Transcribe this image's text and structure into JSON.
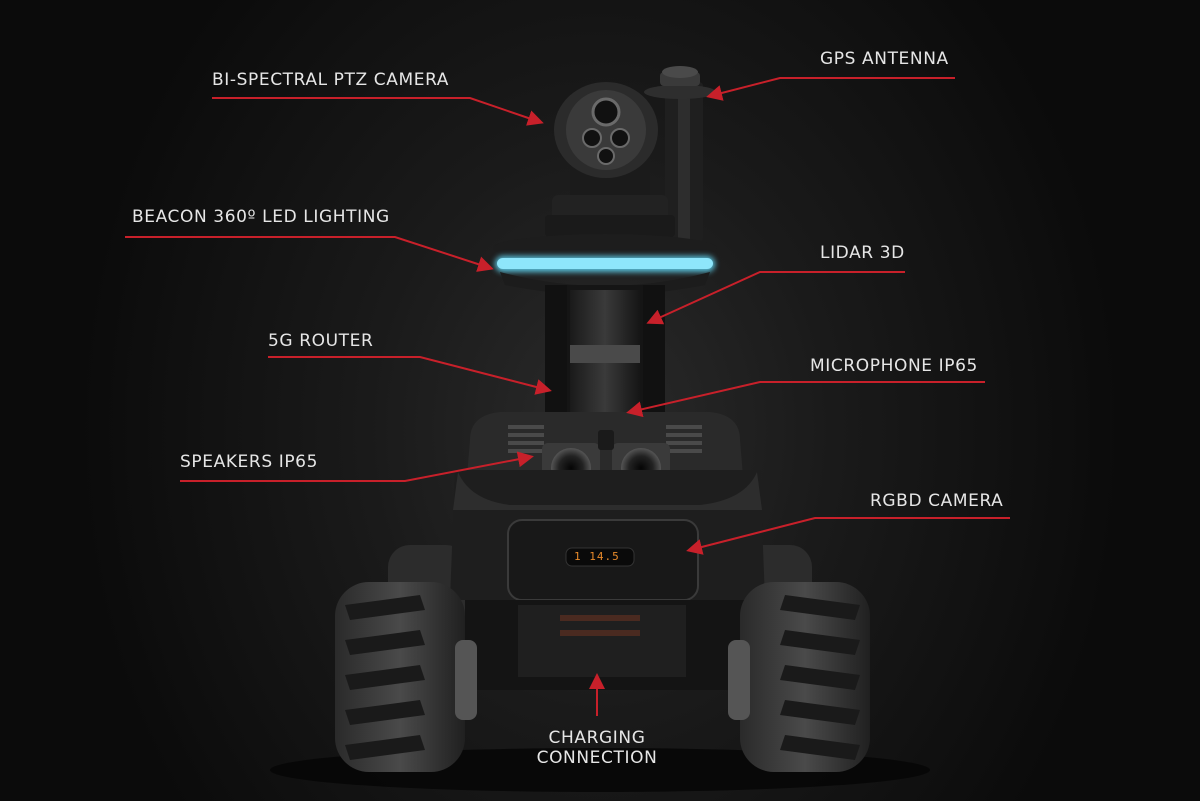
{
  "labels": {
    "ptz_camera": "BI-SPECTRAL PTZ CAMERA",
    "gps_antenna": "GPS ANTENNA",
    "beacon": "BEACON 360º LED LIGHTING",
    "lidar": "LIDAR 3D",
    "router": "5G ROUTER",
    "microphone": "MICROPHONE IP65",
    "speakers": "SPEAKERS IP65",
    "rgbd_camera": "RGBD CAMERA",
    "charging_line1": "CHARGING",
    "charging_line2": "CONNECTION"
  },
  "display": {
    "readout": "1 14.5"
  },
  "colors": {
    "background": "#111111",
    "label_text": "#e6e6e6",
    "callout_line": "#c8202a",
    "beacon_glow": "#5fd3f0"
  }
}
